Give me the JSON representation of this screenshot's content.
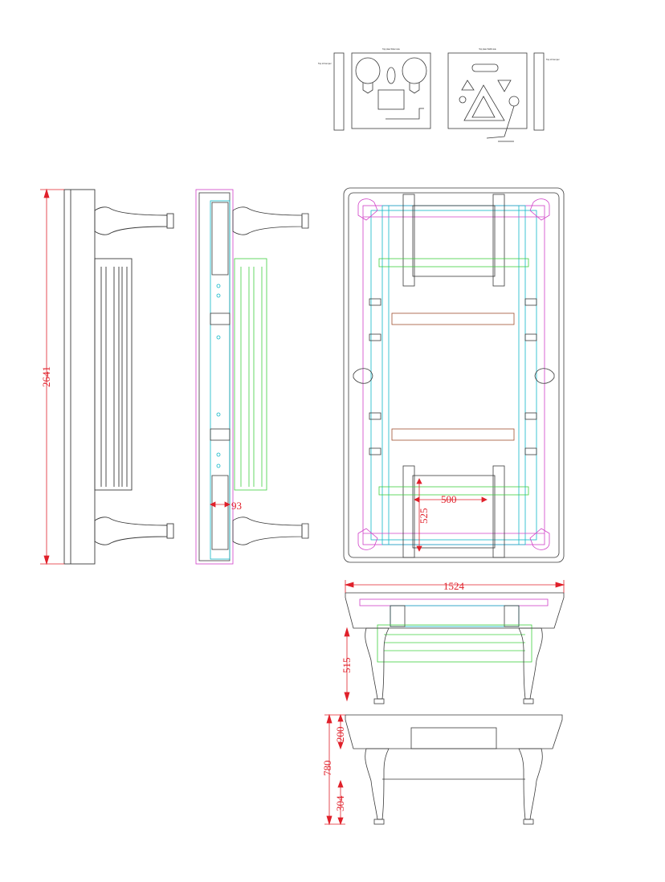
{
  "colors": {
    "outline": "#3a3a3a",
    "dimension": "#e0202a",
    "cyan": "#10b8c8",
    "magenta": "#d040c8",
    "green": "#40d040",
    "brown": "#a05030"
  },
  "panels": {
    "left": {
      "title": "Top plate Wider side",
      "label_side": "Top of bumper"
    },
    "right": {
      "title": "Top plate Width side",
      "label_side": "Top of bumper"
    }
  },
  "dimensions": {
    "overall_length": "2641",
    "rail_offset": "93",
    "pocket_width": "500",
    "pocket_depth": "525",
    "overall_width": "1524",
    "leg_height": "515",
    "frame_height": "200",
    "total_height": "780",
    "stretcher_height": "304"
  }
}
